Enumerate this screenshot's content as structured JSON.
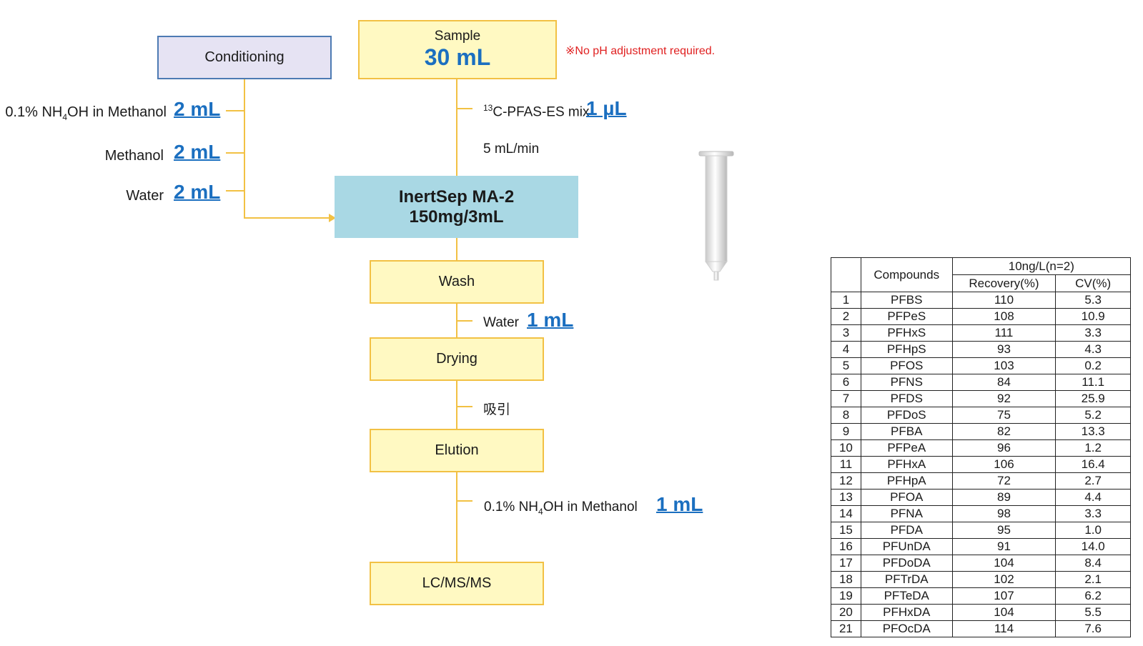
{
  "conditioning": {
    "title": "Conditioning",
    "steps": [
      {
        "reagent_pre": "0.1% NH",
        "reagent_sub": "4",
        "reagent_post": "OH in Methanol",
        "amount": "2 mL"
      },
      {
        "reagent_pre": "Methanol",
        "reagent_sub": "",
        "reagent_post": "",
        "amount": "2 mL"
      },
      {
        "reagent_pre": "Water",
        "reagent_sub": "",
        "reagent_post": "",
        "amount": "2 mL"
      }
    ]
  },
  "sample": {
    "title": "Sample",
    "volume": "30 mL",
    "note": "※No pH adjustment required.",
    "spike_sup": "13",
    "spike_label": "C-PFAS-ES mix",
    "spike_amount": "1 µL",
    "flow_rate": "5 mL/min"
  },
  "cartridge": {
    "line1": "InertSep MA-2",
    "line2": "150mg/3mL"
  },
  "wash": {
    "title": "Wash",
    "reagent": "Water",
    "amount": "1 mL"
  },
  "drying": {
    "title": "Drying",
    "method": "吸引"
  },
  "elution": {
    "title": "Elution",
    "reagent_pre": "0.1% NH",
    "reagent_sub": "4",
    "reagent_post": "OH in Methanol",
    "amount": "1 mL"
  },
  "analysis": {
    "title": "LC/MS/MS"
  },
  "table": {
    "header_compounds": "Compounds",
    "header_group": "10ng/L(n=2)",
    "header_recovery": "Recovery(%)",
    "header_cv": "CV(%)",
    "rows": [
      {
        "no": "1",
        "compound": "PFBS",
        "recovery": "110",
        "cv": "5.3"
      },
      {
        "no": "2",
        "compound": "PFPeS",
        "recovery": "108",
        "cv": "10.9"
      },
      {
        "no": "3",
        "compound": "PFHxS",
        "recovery": "111",
        "cv": "3.3"
      },
      {
        "no": "4",
        "compound": "PFHpS",
        "recovery": "93",
        "cv": "4.3"
      },
      {
        "no": "5",
        "compound": "PFOS",
        "recovery": "103",
        "cv": "0.2"
      },
      {
        "no": "6",
        "compound": "PFNS",
        "recovery": "84",
        "cv": "11.1"
      },
      {
        "no": "7",
        "compound": "PFDS",
        "recovery": "92",
        "cv": "25.9"
      },
      {
        "no": "8",
        "compound": "PFDoS",
        "recovery": "75",
        "cv": "5.2"
      },
      {
        "no": "9",
        "compound": "PFBA",
        "recovery": "82",
        "cv": "13.3"
      },
      {
        "no": "10",
        "compound": "PFPeA",
        "recovery": "96",
        "cv": "1.2"
      },
      {
        "no": "11",
        "compound": "PFHxA",
        "recovery": "106",
        "cv": "16.4"
      },
      {
        "no": "12",
        "compound": "PFHpA",
        "recovery": "72",
        "cv": "2.7"
      },
      {
        "no": "13",
        "compound": "PFOA",
        "recovery": "89",
        "cv": "4.4"
      },
      {
        "no": "14",
        "compound": "PFNA",
        "recovery": "98",
        "cv": "3.3"
      },
      {
        "no": "15",
        "compound": "PFDA",
        "recovery": "95",
        "cv": "1.0"
      },
      {
        "no": "16",
        "compound": "PFUnDA",
        "recovery": "91",
        "cv": "14.0"
      },
      {
        "no": "17",
        "compound": "PFDoDA",
        "recovery": "104",
        "cv": "8.4"
      },
      {
        "no": "18",
        "compound": "PFTrDA",
        "recovery": "102",
        "cv": "2.1"
      },
      {
        "no": "19",
        "compound": "PFTeDA",
        "recovery": "107",
        "cv": "6.2"
      },
      {
        "no": "20",
        "compound": "PFHxDA",
        "recovery": "104",
        "cv": "5.5"
      },
      {
        "no": "21",
        "compound": "PFOcDA",
        "recovery": "114",
        "cv": "7.6"
      }
    ]
  }
}
